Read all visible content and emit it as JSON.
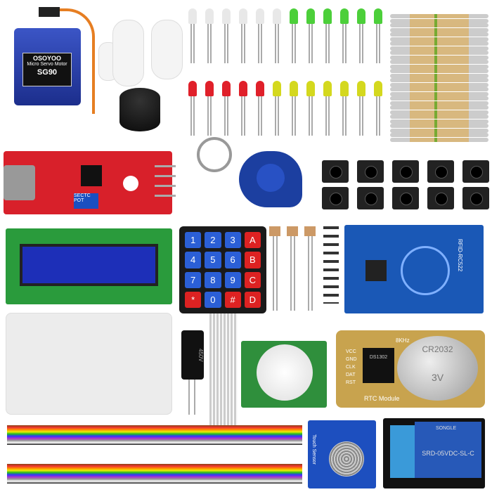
{
  "servo": {
    "brand": "OSOYOO",
    "subtitle": "Micro Servo Motor",
    "model": "SG90",
    "color": "#2a3fb0"
  },
  "leds": {
    "top": [
      "clear",
      "clear",
      "clear",
      "clear",
      "clear",
      "clear",
      "green",
      "green",
      "green",
      "green",
      "green",
      "green"
    ],
    "bottom": [
      "red",
      "red",
      "red",
      "red",
      "red",
      "yellow",
      "yellow",
      "yellow",
      "yellow",
      "yellow",
      "yellow",
      "yellow"
    ]
  },
  "sound_module": {
    "label": "SECTC POT"
  },
  "keypad": {
    "keys": [
      "1",
      "2",
      "3",
      "A",
      "4",
      "5",
      "6",
      "B",
      "7",
      "8",
      "9",
      "C",
      "*",
      "0",
      "#",
      "D"
    ]
  },
  "rfid_board": {
    "label": "RFID-RC522"
  },
  "capacitor": {
    "label": "450V"
  },
  "rtc": {
    "crystal": "8KHz",
    "chip": "DS1302",
    "pins": [
      "VCC",
      "GND",
      "CLK",
      "DAT",
      "RST"
    ],
    "label": "RTC Module",
    "battery": "CR2032",
    "voltage": "3V"
  },
  "touch": {
    "label": "Touch Sensor"
  },
  "relay": {
    "brand": "SONGLE",
    "model": "SRD-05VDC-SL-C"
  }
}
